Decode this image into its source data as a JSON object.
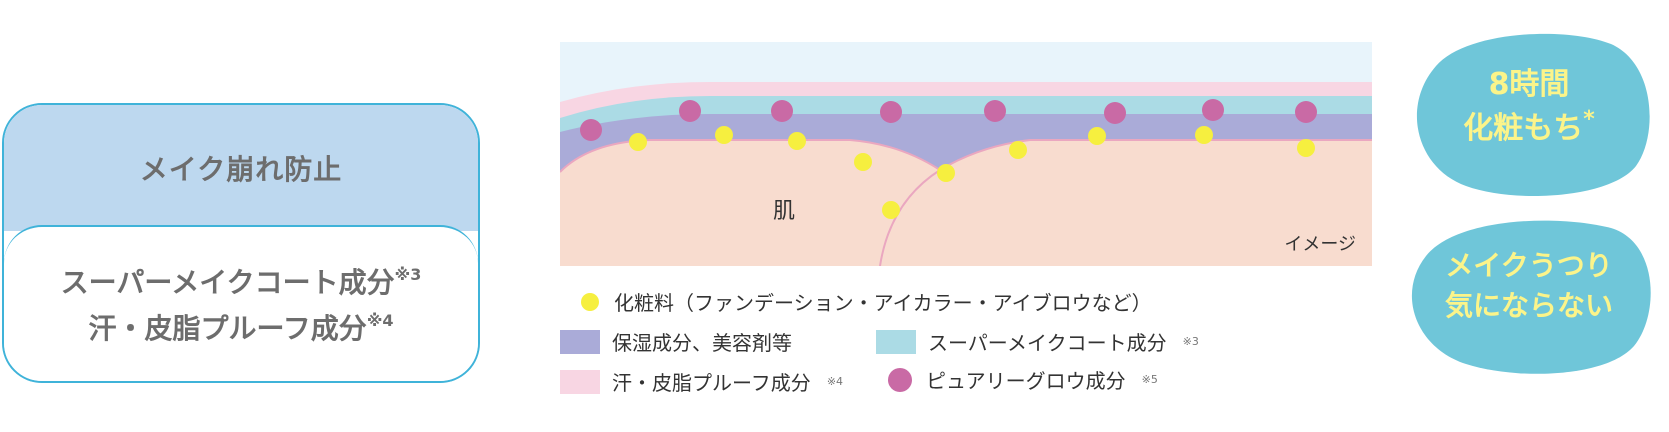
{
  "colors": {
    "box_border": "#3fb3d9",
    "box_top_fill": "#bdd8ef",
    "skin": "#f8dccf",
    "moisturizer": "#aaabd8",
    "makeup_coat": "#abdbe5",
    "sweat_proof": "#f8d6e3",
    "glow": "#c96aa5",
    "cosmetic": "#f6ef3f",
    "sky": "#e8f4fb",
    "blob": "#6fc6d9",
    "blob_text": "#fbf48a"
  },
  "info_box": {
    "title": "メイク崩れ防止",
    "line1": "スーパーメイクコート成分",
    "line1_note": "※3",
    "line2": "汗・皮脂プルーフ成分",
    "line2_note": "※4"
  },
  "diagram": {
    "skin_label": "肌",
    "image_label": "イメージ"
  },
  "legend": [
    {
      "label": "化粧料（ファンデーション・アイカラー・アイブロウなど）",
      "note": "",
      "swatch": "cosmetic-dot"
    },
    {
      "label": "保湿成分、美容剤等",
      "note": "",
      "swatch": "moisturizer-rect"
    },
    {
      "label": "スーパーメイクコート成分",
      "note": "※3",
      "swatch": "makeup-coat-rect"
    },
    {
      "label": "汗・皮脂プルーフ成分",
      "note": "※4",
      "swatch": "sweat-proof-rect"
    },
    {
      "label": "ピュアリーグロウ成分",
      "note": "※5",
      "swatch": "glow-dot"
    }
  ],
  "blobs": {
    "top_line1": "8時間",
    "top_line2": "化粧もち",
    "top_mark": "*",
    "bottom_line1": "メイクうつり",
    "bottom_line2": "気にならない"
  }
}
